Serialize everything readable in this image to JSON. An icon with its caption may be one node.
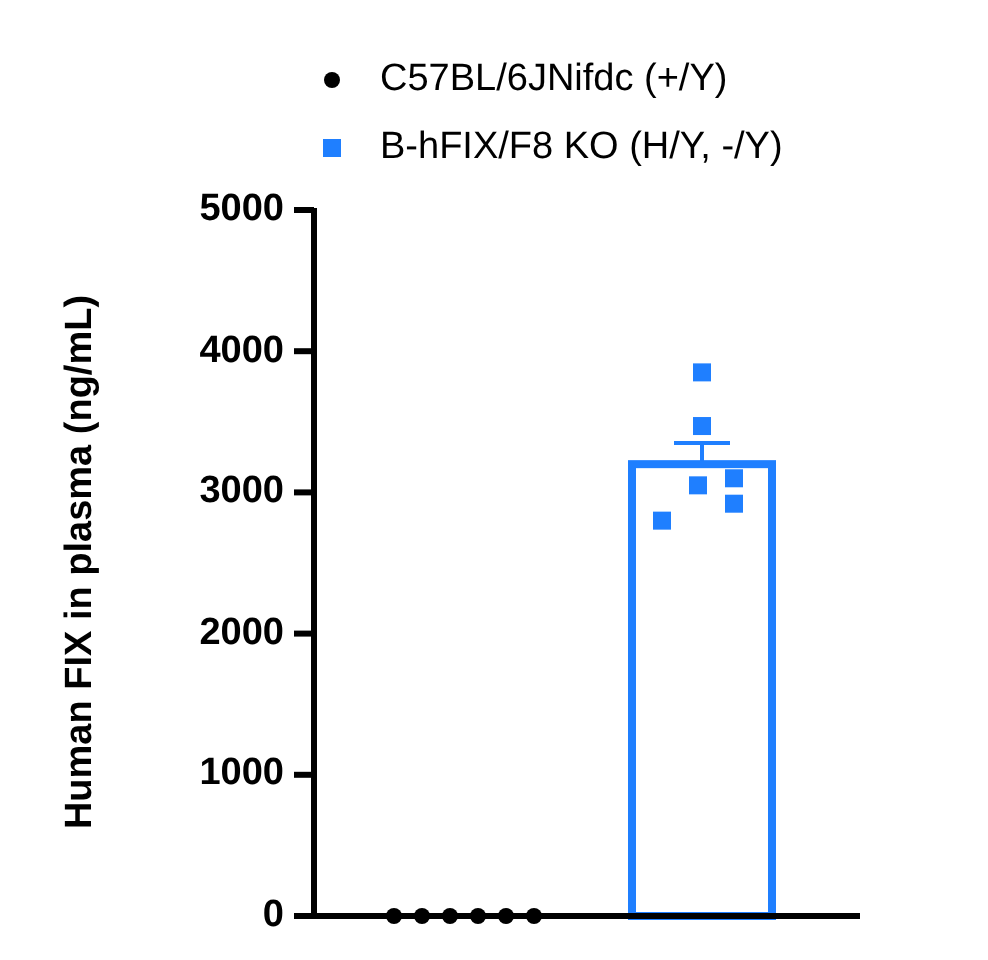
{
  "diagram": {
    "chart_data": {
      "type": "bar",
      "ylabel": "Human FIX in plasma (ng/mL)",
      "categories": [
        null,
        null
      ],
      "series": [
        {
          "name": "C57BL/6JNifdc (+/Y)",
          "color": "#000000",
          "values": [
            0,
            null
          ]
        },
        {
          "name": "B-hFIX/F8 KO (H/Y, -/Y)",
          "color": "#1f7fff",
          "values": [
            null,
            3200
          ]
        }
      ],
      "ylim": [
        0,
        5000
      ],
      "yticks": [
        0,
        1000,
        2000,
        3000,
        4000,
        5000
      ]
    }
  }
}
